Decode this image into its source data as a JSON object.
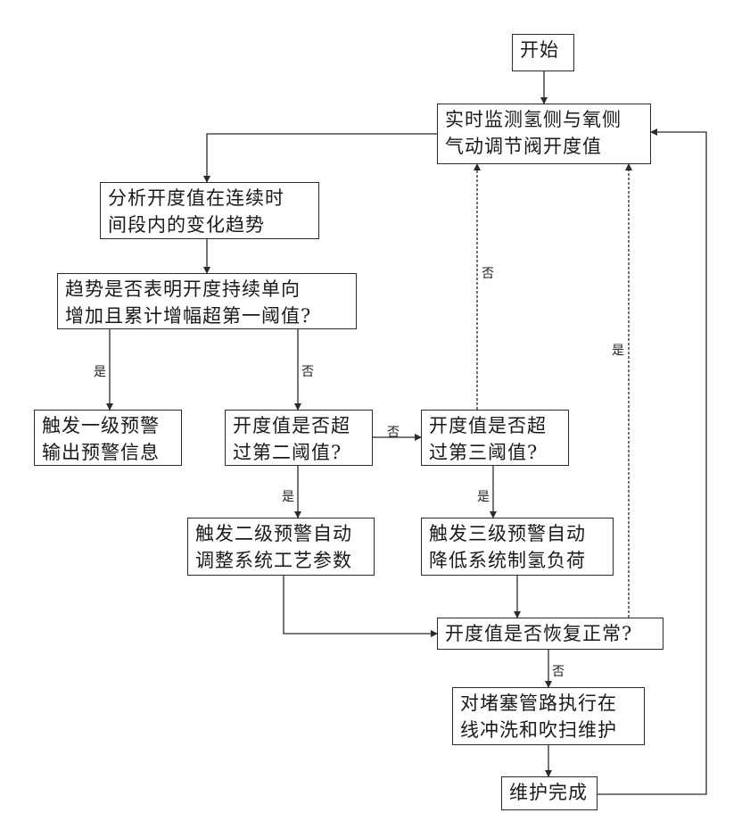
{
  "nodes": {
    "start": [
      "开始"
    ],
    "monitor": [
      "实时监测氢侧与氧侧",
      "气动调节阀开度值"
    ],
    "analyze": [
      "分析开度值在连续时",
      "间段内的变化趋势"
    ],
    "trend_check": [
      "趋势是否表明开度持续单向",
      "增加且累计增幅超第一阈值?"
    ],
    "alarm1": [
      "触发一级预警",
      "输出预警信息"
    ],
    "check2": [
      "开度值是否超",
      "过第二阈值?"
    ],
    "check3": [
      "开度值是否超",
      "过第三阈值?"
    ],
    "alarm2": [
      "触发二级预警自动",
      "调整系统工艺参数"
    ],
    "alarm3": [
      "触发三级预警自动",
      "降低系统制氢负荷"
    ],
    "recover_check": [
      "开度值是否恢复正常?"
    ],
    "flush": [
      "对堵塞管路执行在",
      "线冲洗和吹扫维护"
    ],
    "done": [
      "维护完成"
    ]
  },
  "edge_labels": {
    "trend_yes": "是",
    "trend_no": "否",
    "check2_no": "否",
    "check2_yes": "是",
    "check3_no": "否",
    "check3_yes": "是",
    "recover_yes": "是",
    "recover_no": "否"
  },
  "colors": {
    "line": "#2b2b2b",
    "text": "#1a1a1a"
  }
}
